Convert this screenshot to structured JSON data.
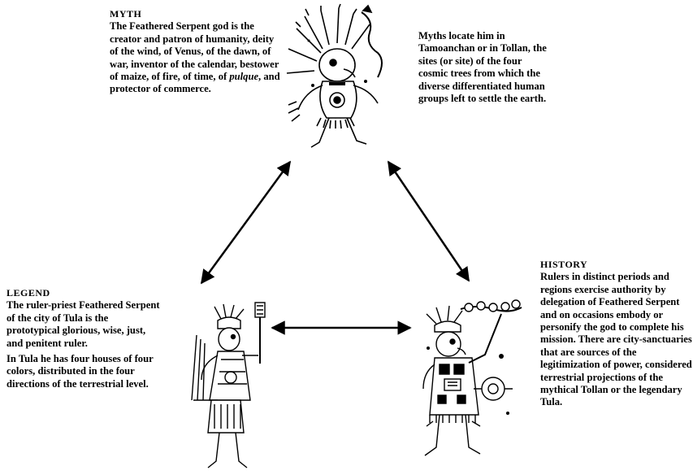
{
  "myth": {
    "heading": "MYTH",
    "body_before": "The Feathered Serpent god is the creator and patron of humanity, deity of the wind, of Venus, of the dawn, of war, inventor of the calendar, bestower of maize, of fire, of time, of ",
    "body_italic": "pulque",
    "body_after": ", and protector of commerce."
  },
  "myth_side": {
    "body": "Myths locate him in Tamoanchan or in Tollan, the sites (or site) of the four cosmic trees from which the diverse differentiated human groups left to settle the earth."
  },
  "legend": {
    "heading": "LEGEND",
    "body": "The ruler-priest Feathered Serpent of the city of Tula is the prototypical glorious, wise, just, and penitent ruler.",
    "body2": "In Tula he has four houses of four colors, distributed in the four directions of the terrestrial level."
  },
  "history": {
    "heading": "HISTORY",
    "body": "Rulers in distinct periods and regions exercise authority by delegation of Feathered Serpent and on occasions embody or personify the god to complete his mission. There are city-sanctuaries that are sources of the legitimization of power, considered terrestrial projections of the mythical Tollan or the legendary Tula."
  },
  "colors": {
    "ink": "#000000",
    "background": "#ffffff"
  }
}
